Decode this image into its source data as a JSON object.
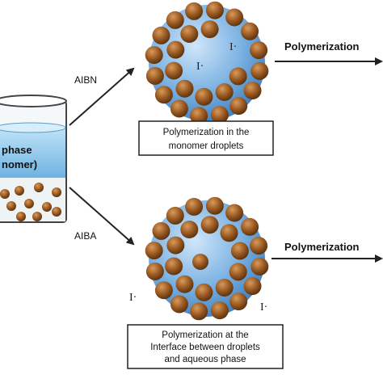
{
  "beaker": {
    "phase_label": "phase",
    "monomer_label": "nomer)"
  },
  "top_branch": {
    "initiator": "AIBN",
    "radical_labels": [
      "I·",
      "I·"
    ],
    "box_lines": [
      "Polymerization in the",
      "monomer droplets"
    ],
    "arrow_label": "Polymerization"
  },
  "bottom_branch": {
    "initiator": "AIBA",
    "radical_labels": [
      "I·",
      "I·"
    ],
    "box_lines": [
      "Polymerization at the",
      "Interface between droplets",
      "and aqueous phase"
    ],
    "arrow_label": "Polymerization"
  },
  "colors": {
    "droplet": "#7fb4e3",
    "particle": "#9a5a22",
    "water": "#8cc8ee",
    "arrow": "#222222"
  }
}
